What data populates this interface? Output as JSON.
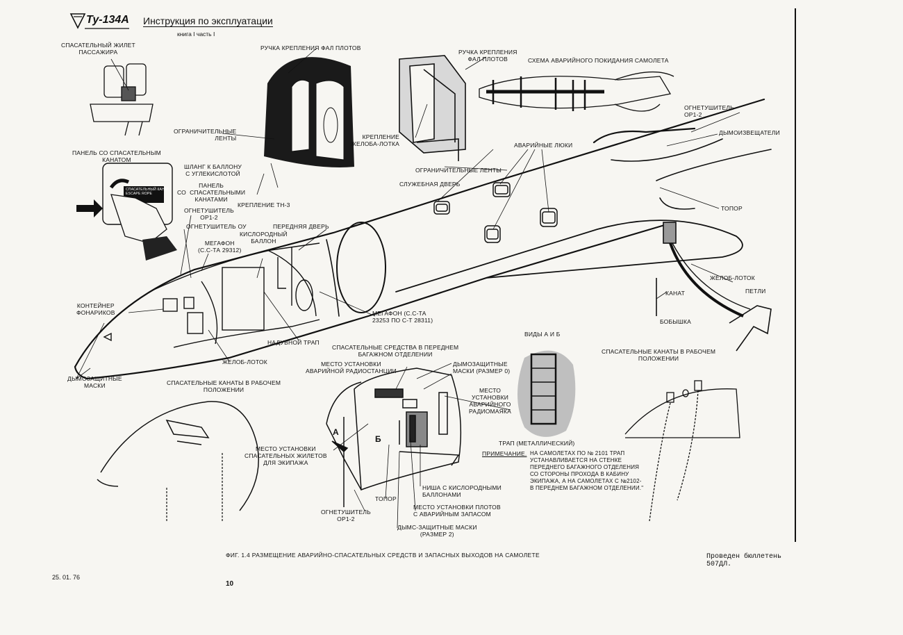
{
  "header": {
    "model": "Ту-134А",
    "title": "Инструкция по эксплуатации",
    "subtitle": "книга I часть I"
  },
  "labels": {
    "vest_passenger": "СПАСАТЕЛЬНЫЙ ЖИЛЕТ\nПАССАЖИРА",
    "raft_handle_top": "РУЧКА КРЕПЛЕНИЯ ФАЛ ПЛОТОВ",
    "raft_handle_right": "РУЧКА КРЕПЛЕНИЯ\nФАЛ ПЛОТОВ",
    "evac_scheme": "СХЕМА АВАРИЙНОГО ПОКИДАНИЯ САМОЛЕТА",
    "restraint_belts_left": "ОГРАНИЧИТЕЛЬНЫЕ\nЛЕНТЫ",
    "chute_mount": "КРЕПЛЕНИЕ\nЖЕЛОБА-ЛОТКА",
    "restraint_belts_right": "ОГРАНИЧИТЕЛЬНЫЕ ЛЕНТЫ",
    "emergency_hatches": "АВАРИЙНЫЕ ЛЮКИ",
    "extinguisher_tail": "ОГНЕТУШИТЕЛЬ\nОР1-2",
    "smoke_detectors": "ДЫМОИЗВЕЩАТЕЛИ",
    "rope_panel": "ПАНЕЛЬ СО СПАСАТЕЛЬНЫМ\nКАНАТОМ",
    "rope_plate": "СПАСАТЕЛЬНЫЙ КАНАТ\nESCAPE ROPE",
    "oxygen_hose": "ШЛАНГ К БАЛЛОНУ\nС УГЛЕКИСЛОТОЙ",
    "panel_with_ropes": "ПАНЕЛЬ\nСО  СПАСАТЕЛЬНЫМИ\nКАНАТАМИ",
    "mount_tn3": "КРЕПЛЕНИЕ ТН-3",
    "service_door": "СЛУЖЕБНАЯ ДВЕРЬ",
    "extinguisher_or12": "ОГНЕТУШИТЕЛЬ\nОР1-2",
    "extinguisher_ou": "ОГНЕТУШИТЕЛЬ ОУ",
    "front_door": "ПЕРЕДНЯЯ ДВЕРЬ",
    "oxygen_bottle": "КИСЛОРОДНЫЙ\nБАЛЛОН",
    "megaphone_1": "МЕГАФОН\n(С.С-ТА 29312)",
    "axe_tail": "ТОПОР",
    "chute_tail": "ЖЕЛОБ-ЛОТОК",
    "loops": "ПЕТЛИ",
    "rope": "КАНАТ",
    "cleat": "БОБЫШКА",
    "flashlight_container": "КОНТЕЙНЕР\nФОНАРИКОВ",
    "megaphone_2": "МЕГАФОН (С.С-ТА\n23253 ПО С-Т 28311)",
    "inflatable_ramp": "НАДУВНОЙ ТРАП",
    "chute_front": "ЖЕЛОБ-ЛОТОК",
    "smoke_masks_front": "ДЫМОЗАЩИТНЫЕ\nМАСКИ",
    "cargo_equipment": "СПАСАТЕЛЬНЫЕ СРЕДСТВА В ПЕРЕДНЕМ\nБАГАЖНОМ ОТДЕЛЕНИИ",
    "radio_station": "МЕСТО УСТАНОВКИ\nАВАРИЙНОЙ РАДИОСТАНЦИИ",
    "smoke_masks_size0": "ДЫМОЗАЩИТНЫЕ\nМАСКИ (РАЗМЕР 0)",
    "radio_beacon": "МЕСТО\nУСТАНОВКИ\nАВАРИЙНОГО\nРАДИОМАЯКА",
    "views_ab": "ВИДЫ А И Б",
    "ladder_metal": "ТРАП (МЕТАЛЛИЧЕСКИЙ)",
    "ropes_working_left": "СПАСАТЕЛЬНЫЕ КАНАТЫ В РАБОЧЕМ\nПОЛОЖЕНИИ",
    "ropes_working_right": "СПАСАТЕЛЬНЫЕ КАНАТЫ В РАБОЧЕМ\nПОЛОЖЕНИИ",
    "crew_vests": "МЕСТО УСТАНОВКИ\nСПАСАТЕЛЬНЫХ ЖИЛЕТОВ\nДЛЯ ЭКИПАЖА",
    "view_a": "А",
    "view_b": "Б",
    "oxygen_niche": "НИША С КИСЛОРОДНЫМИ\nБАЛЛОНАМИ",
    "axe_cargo": "ТОПОР",
    "rafts_place": "МЕСТО УСТАНОВКИ ПЛОТОВ\nС АВАРИЙНЫМ ЗАПАСОМ",
    "extinguisher_cargo": "ОГНЕТУШИТЕЛЬ\nОР1-2",
    "smoke_masks_size2": "ДЫМС-ЗАЩИТНЫЕ МАСКИ\n(РАЗМЕР 2)",
    "note_title": "ПРИМЕЧАНИЕ.",
    "note_body": "НА САМОЛЕТАХ ПО № 2101 ТРАП\nУСТАНАВЛИВАЕТСЯ НА СТЕНКЕ\nПЕРЕДНЕГО БАГАЖНОГО ОТДЕЛЕНИЯ\nСО СТОРОНЫ ПРОХОДА В КАБИНУ\nЭКИПАЖА, А НА САМОЛЕТАХ С №2102-\nВ ПЕРЕДНЕМ БАГАЖНОМ ОТДЕЛЕНИИ.\""
  },
  "footer": {
    "caption": "ФИГ. 1.4 РАЗМЕЩЕНИЕ АВАРИЙНО-СПАСАТЕЛЬНЫХ  СРЕДСТВ И ЗАПАСНЫХ ВЫХОДОВ  НА САМОЛЕТЕ",
    "date": "25. 01. 76",
    "page": "10",
    "bulletin": "Проведен бюллетень\n507ДЛ."
  }
}
